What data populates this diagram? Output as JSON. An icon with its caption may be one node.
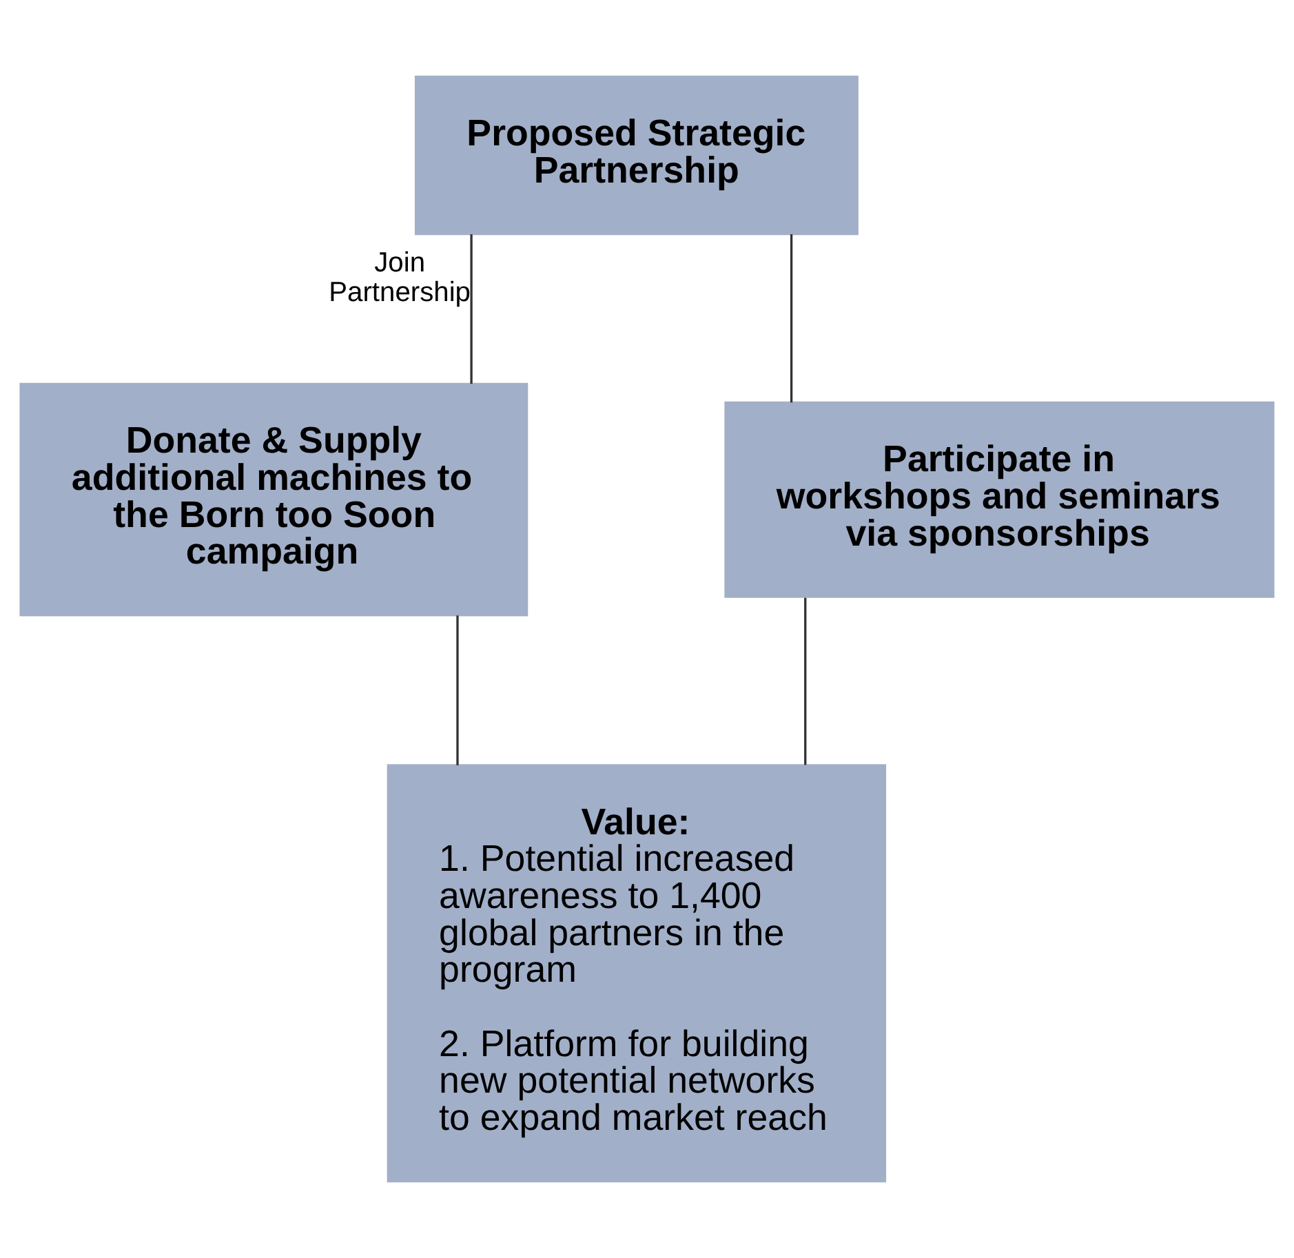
{
  "diagram": {
    "nodes": [
      {
        "text": [
          "Proposed Strategic Partnership"
        ]
      },
      {
        "text": [
          "Donate & Supply additional machines to the Born too Soon campaign"
        ]
      },
      {
        "text": [
          "Participate in workshops and seminars via sponsorships"
        ]
      },
      {
        "text": [
          "Value:",
          "1. Potential increased awareness to 1,400 global partners in the program",
          "2. Platform for building new potential networks to expand market reach"
        ]
      }
    ],
    "edges": [
      {
        "from": 0,
        "to": 1,
        "arrow": "none",
        "label": "Join Partnership"
      },
      {
        "from": 0,
        "to": 2,
        "arrow": "none"
      },
      {
        "from": 1,
        "to": 3,
        "arrow": "none"
      },
      {
        "from": 2,
        "to": 3,
        "arrow": "none"
      }
    ]
  }
}
